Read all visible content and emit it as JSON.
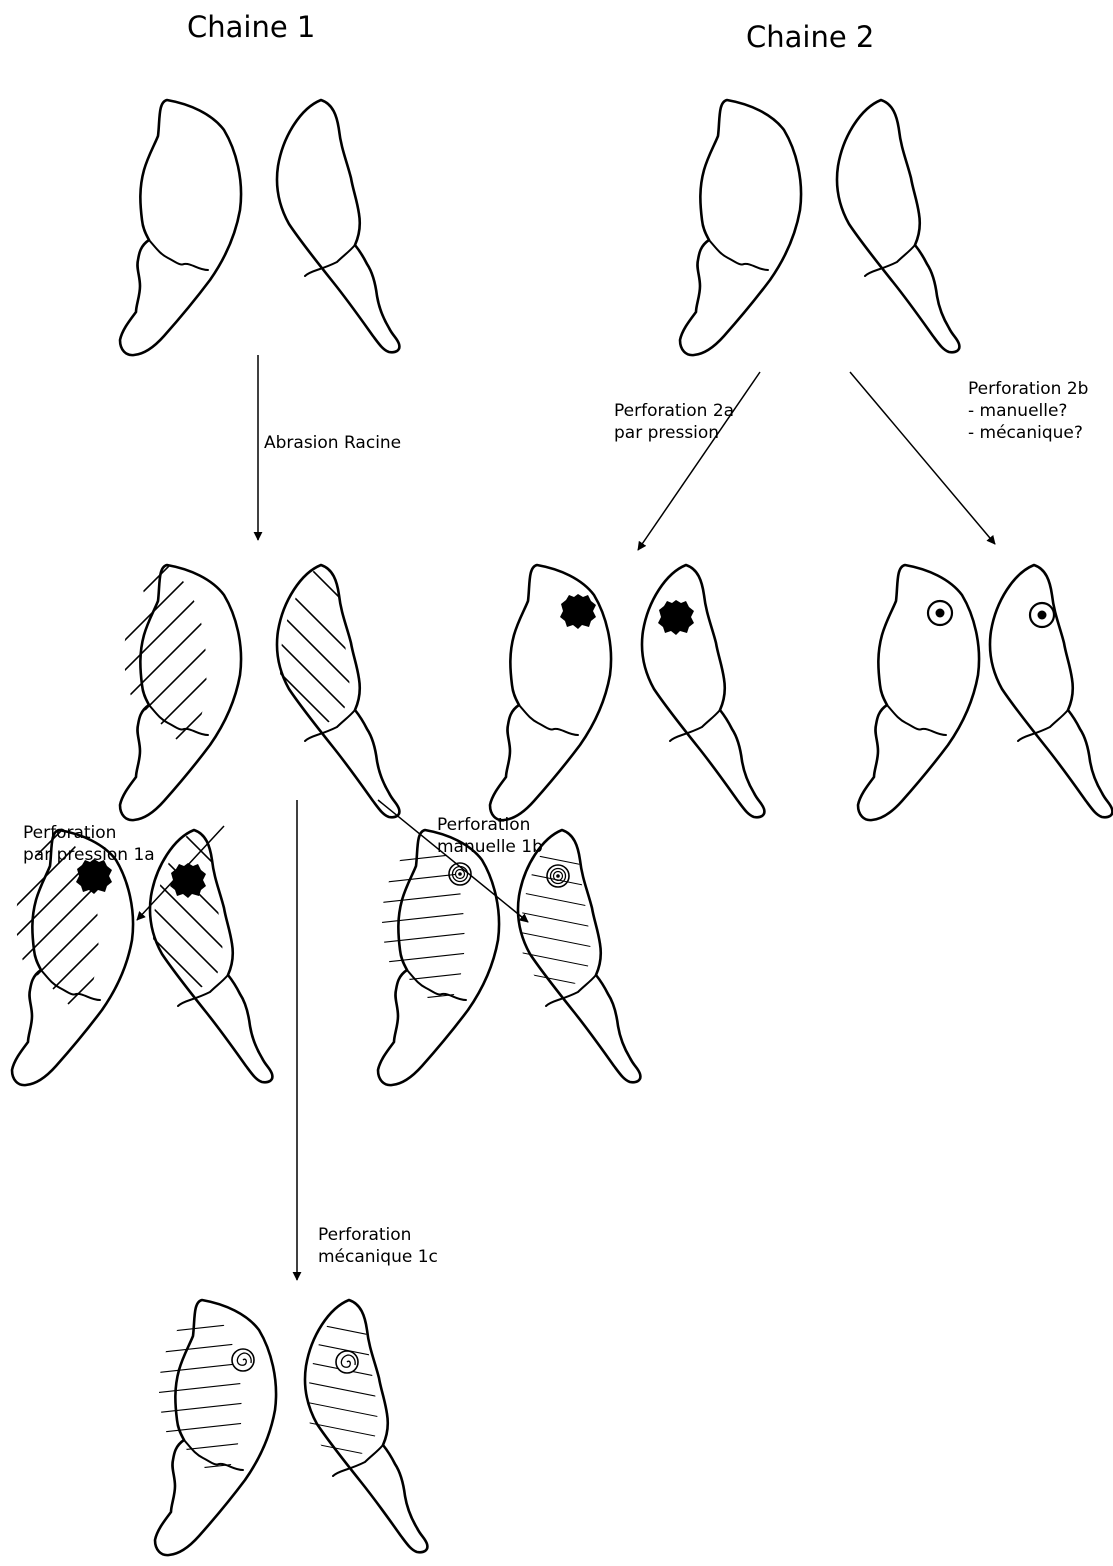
{
  "titles": {
    "chain1": "Chaine 1",
    "chain2": "Chaine 2"
  },
  "labels": {
    "abrasion": "Abrasion Racine",
    "p2a_line1": "Perforation 2a",
    "p2a_line2": "par pression",
    "p2b_line1": "Perforation 2b",
    "p2b_line2": "- manuelle?",
    "p2b_line3": "- mécanique?",
    "p1a_line1": "Perforation",
    "p1a_line2": "par pression 1a",
    "p1b_line1": "Perforation",
    "p1b_line2": "manuelle 1b",
    "p1c_line1": "Perforation",
    "p1c_line2": "mécanique 1c"
  },
  "pairs": [
    {
      "id": "chain1-raw",
      "hatch": "none",
      "perforation": "none"
    },
    {
      "id": "chain2-raw",
      "hatch": "none",
      "perforation": "none"
    },
    {
      "id": "chain1-abraded",
      "hatch": "bold",
      "perforation": "none"
    },
    {
      "id": "chain2-2a",
      "hatch": "none",
      "perforation": "blob"
    },
    {
      "id": "chain2-2b",
      "hatch": "none",
      "perforation": "ring-dot"
    },
    {
      "id": "chain1-1a",
      "hatch": "bold",
      "perforation": "blob"
    },
    {
      "id": "chain1-1b",
      "hatch": "thin",
      "perforation": "concentric"
    },
    {
      "id": "chain1-1c",
      "hatch": "thin",
      "perforation": "spiral"
    }
  ]
}
